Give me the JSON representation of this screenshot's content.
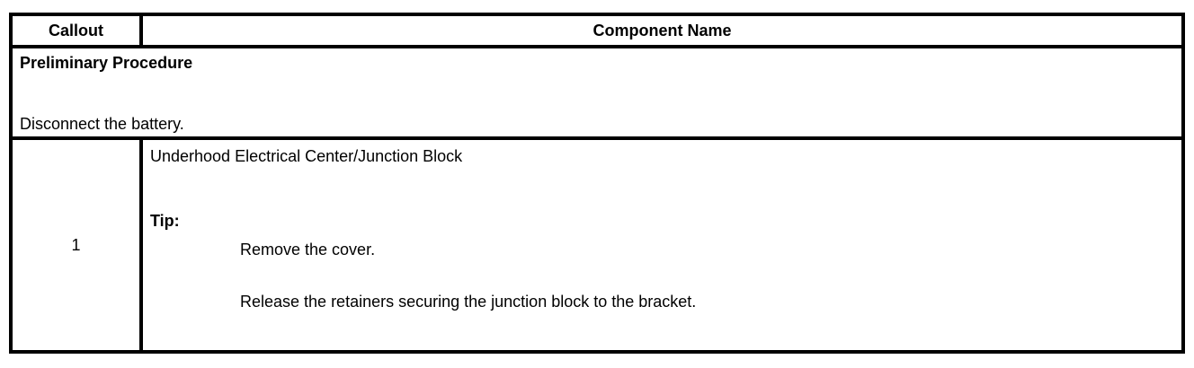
{
  "table": {
    "header": {
      "callout": "Callout",
      "component_name": "Component Name"
    },
    "preliminary": {
      "title": "Preliminary Procedure",
      "instruction": "Disconnect the battery."
    },
    "rows": [
      {
        "callout": "1",
        "component": "Underhood Electrical Center/Junction Block",
        "tip_label": "Tip:",
        "steps": [
          "Remove the cover.",
          "Release the retainers securing the junction block to the bracket."
        ]
      }
    ]
  },
  "colors": {
    "border": "#000000",
    "text": "#000000",
    "background": "#ffffff"
  }
}
